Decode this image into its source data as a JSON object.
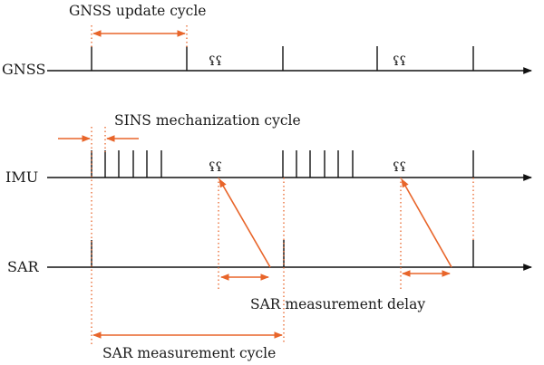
{
  "rows": {
    "gnss": "GNSS",
    "imu": "IMU",
    "sar": "SAR"
  },
  "labels": {
    "gnss_cycle": "GNSS update cycle",
    "sins_cycle": "SINS mechanization cycle",
    "sar_delay": "SAR measurement delay",
    "sar_cycle": "SAR measurement cycle"
  },
  "break_mark": "ʢʢ",
  "colors": {
    "axis": "#111111",
    "accent": "#e8652a"
  }
}
